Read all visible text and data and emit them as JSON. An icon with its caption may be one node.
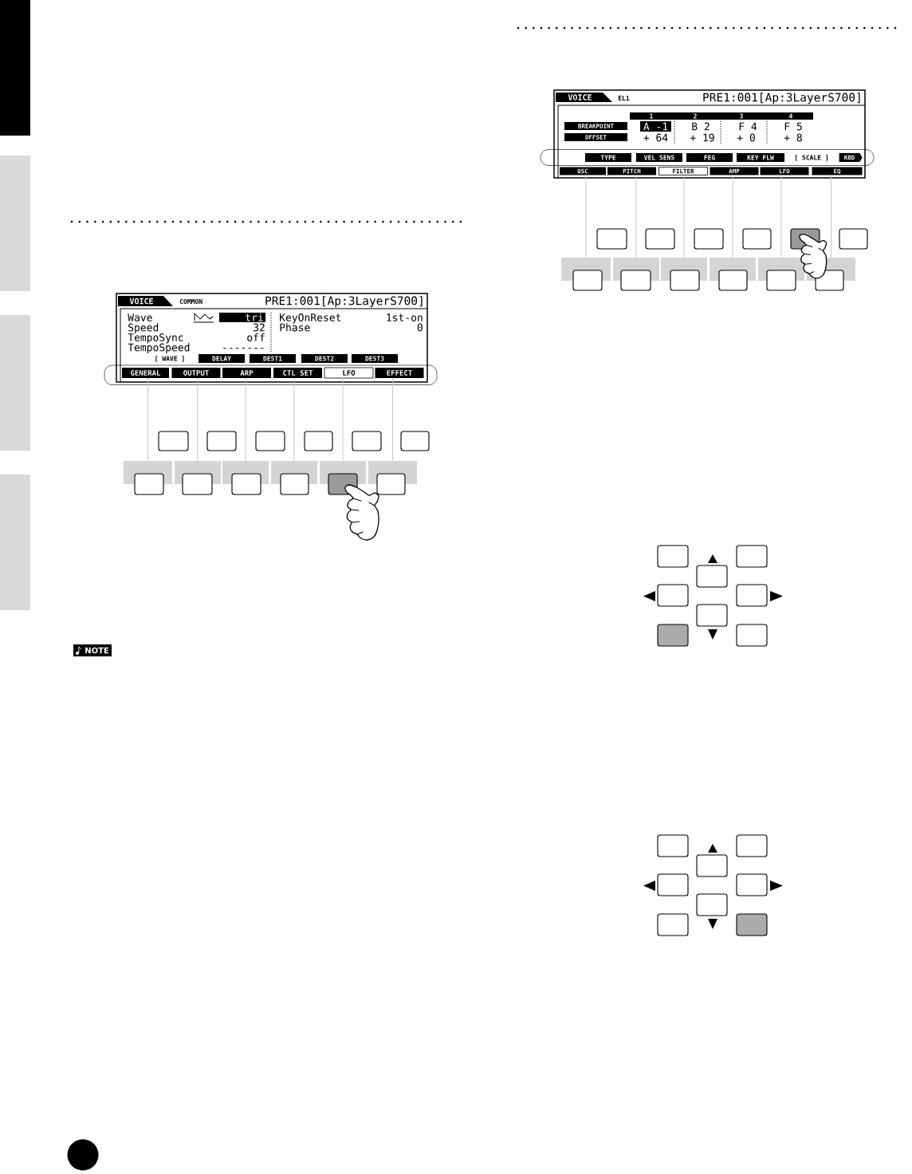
{
  "diagram": {
    "nodes": [
      {
        "text": [
          "VOICE",
          "COMMON",
          "PRE1:001[Ap:3LayerS700]",
          "Wave",
          "tri",
          "Speed",
          "32",
          "TempoSync",
          "off",
          "TempoSpeed",
          "-------",
          "KeyOnReset",
          "1st-on",
          "Phase",
          "0"
        ]
      },
      {
        "text": [
          "[ WAVE ]"
        ],
        "in": 0
      },
      {
        "text": [
          "DELAY"
        ],
        "in": 0
      },
      {
        "text": [
          "DEST1"
        ],
        "in": 0
      },
      {
        "text": [
          "DEST2"
        ],
        "in": 0
      },
      {
        "text": [
          "DEST3"
        ],
        "in": 0
      },
      {
        "text": [
          "GENERAL"
        ],
        "in": 0
      },
      {
        "text": [
          "OUTPUT"
        ],
        "in": 0
      },
      {
        "text": [
          "ARP"
        ],
        "in": 0
      },
      {
        "text": [
          "CTL SET"
        ],
        "in": 0
      },
      {
        "text": [
          "LFO"
        ],
        "in": 0
      },
      {
        "text": [
          "EFFECT"
        ],
        "in": 0
      },
      {
        "text": [],
        "shape": "box"
      },
      {
        "text": [],
        "shape": "box"
      },
      {
        "text": [],
        "shape": "box"
      },
      {
        "text": [],
        "shape": "box"
      },
      {
        "text": [],
        "shape": "box"
      },
      {
        "text": [],
        "shape": "box"
      },
      {
        "text": [
          "VOICE",
          "EL1",
          "PRE1:001[Ap:3LayerS700]",
          "1",
          "2",
          "3",
          "4",
          "BREAKPOINT",
          "OFFSET",
          "A -1",
          "B 2",
          "F 4",
          "F 5",
          "+ 64",
          "+ 19",
          "+ 0",
          "+ 8"
        ]
      },
      {
        "text": [
          "TYPE"
        ],
        "in": 18
      },
      {
        "text": [
          "VEL SENS"
        ],
        "in": 18
      },
      {
        "text": [
          "FEG"
        ],
        "in": 18
      },
      {
        "text": [
          "KEY FLW"
        ],
        "in": 18
      },
      {
        "text": [
          "[ SCALE ]"
        ],
        "in": 18
      },
      {
        "text": [
          "KBD"
        ],
        "in": 18
      },
      {
        "text": [
          "OSC"
        ],
        "in": 18
      },
      {
        "text": [
          "PITCH"
        ],
        "in": 18
      },
      {
        "text": [
          "FILTER"
        ],
        "in": 18
      },
      {
        "text": [
          "AMP"
        ],
        "in": 18
      },
      {
        "text": [
          "LFO"
        ],
        "in": 18
      },
      {
        "text": [
          "EQ"
        ],
        "in": 18
      },
      {
        "text": [],
        "shape": "box"
      },
      {
        "text": [],
        "shape": "box"
      },
      {
        "text": [],
        "shape": "box"
      },
      {
        "text": [],
        "shape": "box"
      },
      {
        "text": [],
        "shape": "box"
      },
      {
        "text": [],
        "shape": "box"
      }
    ],
    "edges": [
      {
        "from": 6,
        "to": 12,
        "arrow": "none"
      },
      {
        "from": 7,
        "to": 13,
        "arrow": "none"
      },
      {
        "from": 8,
        "to": 14,
        "arrow": "none"
      },
      {
        "from": 9,
        "to": 15,
        "arrow": "none"
      },
      {
        "from": 10,
        "to": 16,
        "arrow": "none"
      },
      {
        "from": 11,
        "to": 17,
        "arrow": "none"
      },
      {
        "from": 25,
        "to": 31,
        "arrow": "none"
      },
      {
        "from": 26,
        "to": 32,
        "arrow": "none"
      },
      {
        "from": 27,
        "to": 33,
        "arrow": "none"
      },
      {
        "from": 28,
        "to": 34,
        "arrow": "none"
      },
      {
        "from": 29,
        "to": 35,
        "arrow": "none"
      },
      {
        "from": 30,
        "to": 36,
        "arrow": "none"
      }
    ],
    "labels": [
      "NOTE"
    ]
  }
}
